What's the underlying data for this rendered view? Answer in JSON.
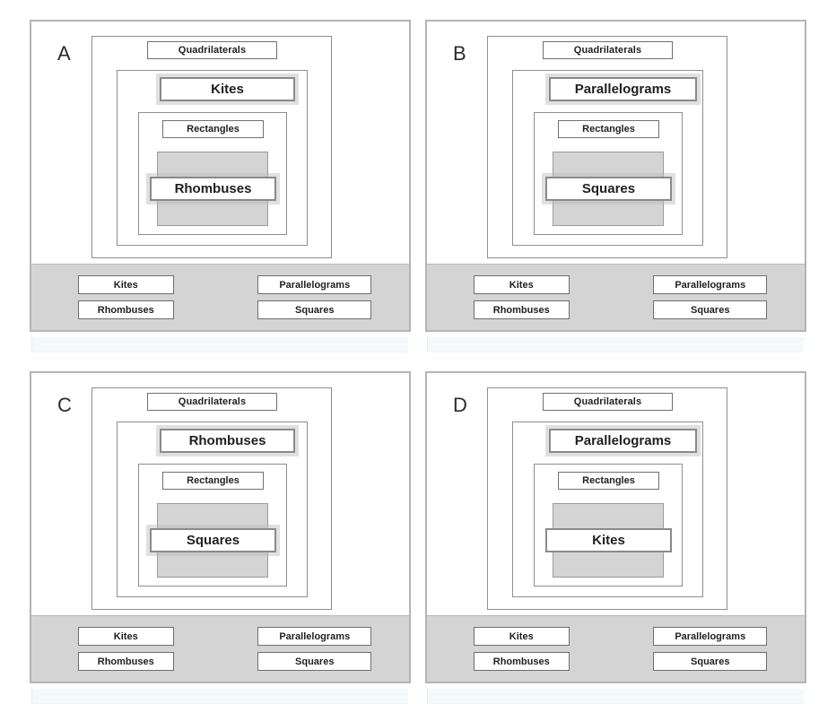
{
  "figure": {
    "title": "Quadrilateral hierarchy multiple-choice diagram",
    "colors": {
      "panel_border": "#b4b4b4",
      "nest_border": "#8e8e8e",
      "fill_gray": "#d4d4d4",
      "legend_band": "#d4d4d4",
      "chip_border": "#707070",
      "text": "#1f1f1f",
      "underline_blue": "#f4f9fc"
    }
  },
  "legend": {
    "items": [
      {
        "label": "Kites",
        "width": "narrow"
      },
      {
        "label": "Parallelograms",
        "width": "wide"
      },
      {
        "label": "Rhombuses",
        "width": "narrow"
      },
      {
        "label": "Squares",
        "width": "wide"
      }
    ]
  },
  "panels": [
    {
      "letter": "A",
      "levels": {
        "level1": "Quadrilaterals",
        "level2": "Kites",
        "level3": "Rectangles",
        "level4": "Rhombuses"
      },
      "level2_wide": false,
      "level4_glow": true
    },
    {
      "letter": "B",
      "levels": {
        "level1": "Quadrilaterals",
        "level2": "Parallelograms",
        "level3": "Rectangles",
        "level4": "Squares"
      },
      "level2_wide": true,
      "level4_glow": true
    },
    {
      "letter": "C",
      "levels": {
        "level1": "Quadrilaterals",
        "level2": "Rhombuses",
        "level3": "Rectangles",
        "level4": "Squares"
      },
      "level2_wide": false,
      "level4_glow": true
    },
    {
      "letter": "D",
      "levels": {
        "level1": "Quadrilaterals",
        "level2": "Parallelograms",
        "level3": "Rectangles",
        "level4": "Kites"
      },
      "level2_wide": true,
      "level4_glow": false
    }
  ]
}
